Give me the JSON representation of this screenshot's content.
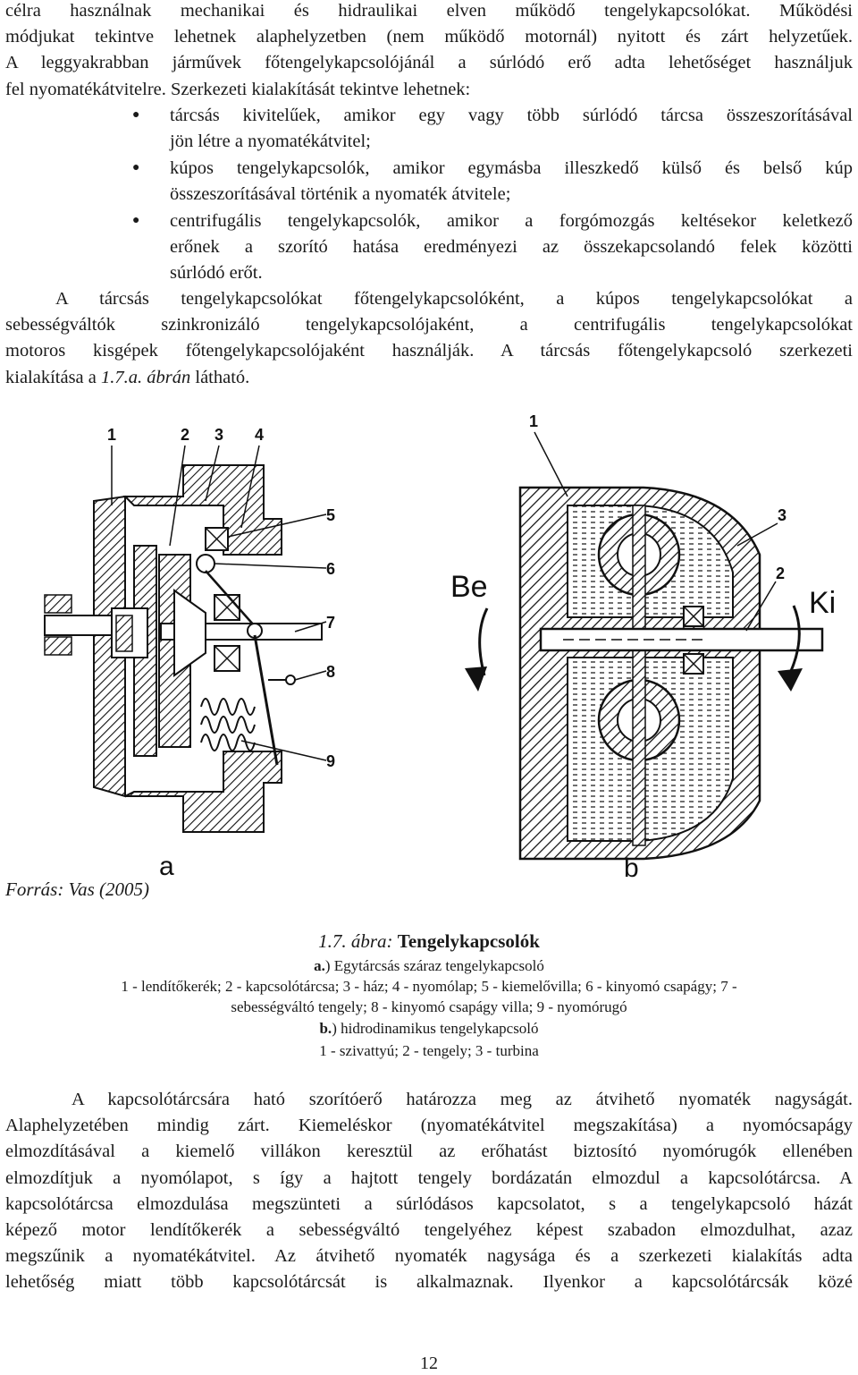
{
  "intro": {
    "lines": [
      "célra használnak mechanikai és hidraulikai elven működő tengelykapcsolókat. Működési",
      "módjukat tekintve lehetnek alaphelyzetben (nem működő motornál) nyitott és zárt helyzetűek.",
      "A leggyakrabban járművek főtengelykapcsolójánál a súrlódó erő adta lehetőséget használjuk",
      "fel nyomatékátvitelre. Szerkezeti kialakítását tekintve lehetnek:"
    ]
  },
  "bullets": [
    {
      "lines": [
        "tárcsás kivitelűek, amikor egy vagy több súrlódó tárcsa összeszorításával",
        "jön létre a nyomatékátvitel;"
      ]
    },
    {
      "lines": [
        "kúpos tengelykapcsolók, amikor egymásba illeszkedő külső és belső kúp",
        "összeszorításával történik a nyomaték átvitele;"
      ]
    },
    {
      "lines": [
        "centrifugális tengelykapcsolók, amikor a forgómozgás keltésekor keletkező",
        "erőnek a szorító hatása eredményezi az összekapcsolandó felek közötti",
        "súrlódó erőt."
      ]
    }
  ],
  "para2": {
    "lines": [
      "A tárcsás tengelykapcsolókat főtengelykapcsolóként, a kúpos tengelykapcsolókat a",
      "sebességváltók szinkronizáló tengelykapcsolójaként, a centrifugális tengelykapcsolókat",
      "motoros kisgépek főtengelykapcsolójaként használják. A tárcsás főtengelykapcsoló szerkezeti"
    ],
    "last_prefix": "kialakítása a ",
    "last_ref": "1.7.a. ábrán",
    "last_suffix": " látható."
  },
  "figure": {
    "labels_a": [
      "1",
      "2",
      "3",
      "4",
      "5",
      "6",
      "7",
      "8",
      "9"
    ],
    "labels_b": [
      "1",
      "2",
      "3"
    ],
    "be": "Be",
    "ki": "Ki",
    "sub_a": "a",
    "sub_b": "b"
  },
  "source": "Forrás: Vas (2005)",
  "caption": {
    "number": "1.7. ábra:",
    "title": "Tengelykapcsolók",
    "a_mark": "a.",
    "a_title": ") Egytárcsás száraz tengelykapcsoló",
    "a_parts_1": "1 - lendítőkerék; 2 - kapcsolótárcsa; 3 - ház; 4 - nyomólap; 5 - kiemelővilla; 6 - kinyomó csapágy; 7 -",
    "a_parts_2": "sebességváltó tengely; 8 - kinyomó csapágy villa; 9 - nyomórugó",
    "b_mark": "b.",
    "b_title": ") hidrodinamikus tengelykapcsoló",
    "b_parts": "1 - szivattyú; 2 - tengely; 3 - turbina"
  },
  "para3": {
    "lines": [
      "A kapcsolótárcsára ható szorítóerő határozza meg az átvihető nyomaték nagyságát.",
      "Alaphelyzetében mindig zárt. Kiemeléskor (nyomatékátvitel megszakítása) a nyomócsapágy",
      "elmozdításával a kiemelő villákon keresztül az erőhatást biztosító nyomórugók ellenében",
      "elmozdítjuk a nyomólapot, s így a hajtott tengely bordázatán elmozdul a kapcsolótárcsa. A",
      "kapcsolótárcsa elmozdulása megszünteti a súrlódásos kapcsolatot, s a tengelykapcsoló házát",
      "képező motor lendítőkerék a sebességváltó tengelyéhez képest szabadon elmozdulhat, azaz",
      "megszűnik a nyomatékátvitel. Az átvihető nyomaték nagysága és a szerkezeti kialakítás adta",
      "lehetőség miatt több kapcsolótárcsát is alkalmaznak. Ilyenkor a kapcsolótárcsák közé"
    ]
  },
  "page_number": "12"
}
